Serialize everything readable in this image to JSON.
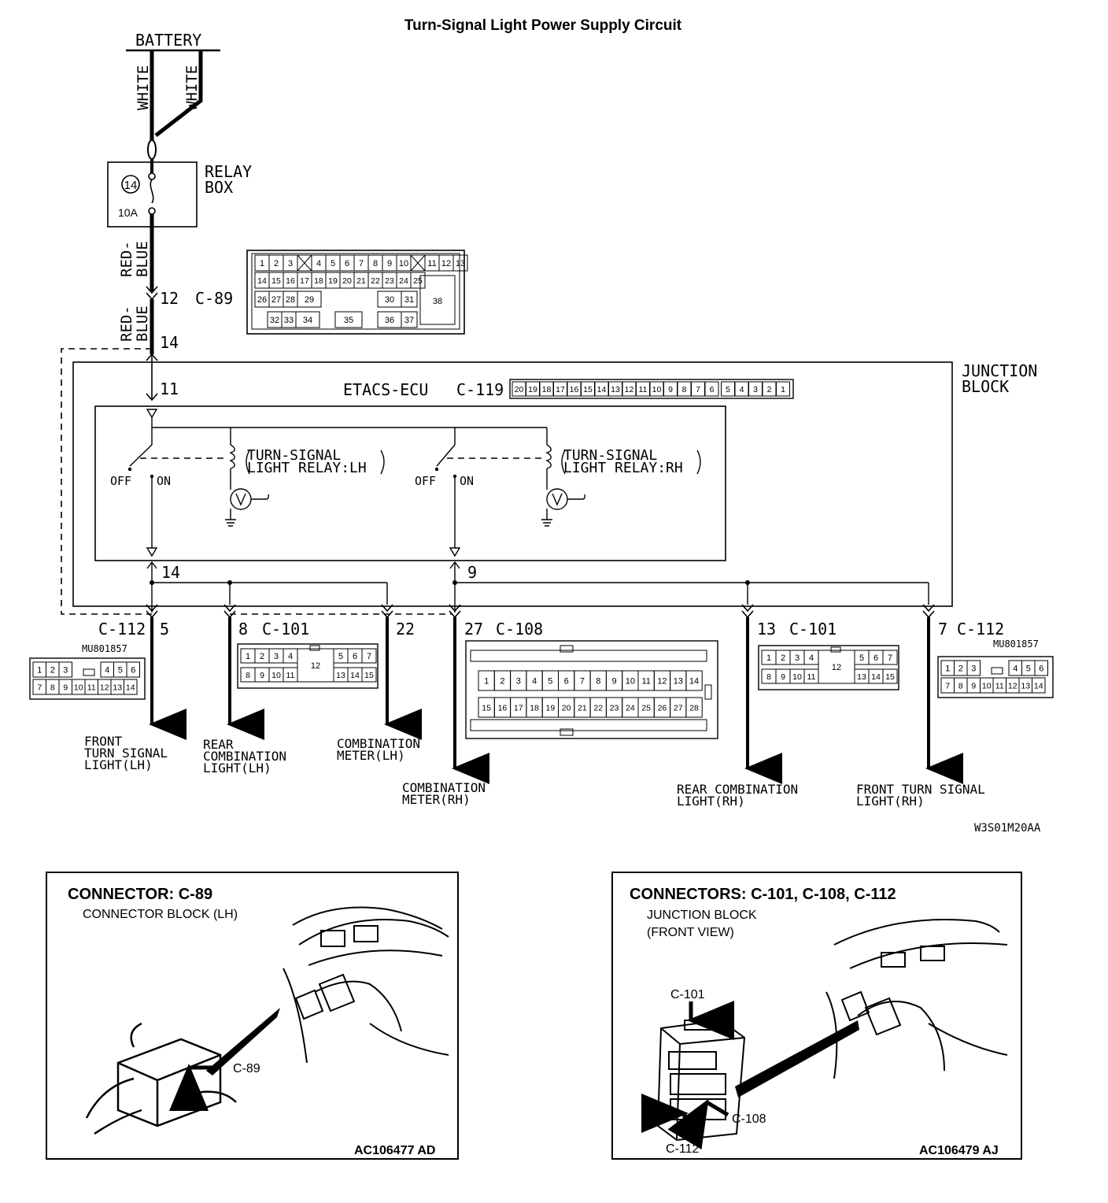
{
  "title": "Turn-Signal Light Power Supply Circuit",
  "battery": "BATTERY",
  "wire_white": "WHITE",
  "relay_box": {
    "label1": "RELAY",
    "label2": "BOX",
    "fuse_no": "14",
    "fuse_rating": "10A"
  },
  "wire_red_blue": [
    "RED-",
    "BLUE"
  ],
  "c89": {
    "pin_top": "12",
    "name": "C-89",
    "pin_bottom": "14",
    "row1": [
      "1",
      "2",
      "3",
      "4",
      "5",
      "6",
      "7",
      "8",
      "9",
      "10",
      "11",
      "12",
      "13"
    ],
    "row2": [
      "14",
      "15",
      "16",
      "17",
      "18",
      "19",
      "20",
      "21",
      "22",
      "23",
      "24",
      "25"
    ],
    "row3": [
      "26",
      "27",
      "28",
      "29",
      "30",
      "31",
      "38"
    ],
    "row4": [
      "32",
      "33",
      "34",
      "35",
      "36",
      "37"
    ]
  },
  "junction_block": [
    "JUNCTION",
    "BLOCK"
  ],
  "etacs": {
    "label": "ETACS-ECU",
    "conn": "C-119",
    "pins": [
      "20",
      "19",
      "18",
      "17",
      "16",
      "15",
      "14",
      "13",
      "12",
      "11",
      "10",
      "9",
      "8",
      "7",
      "6",
      "5",
      "4",
      "3",
      "2",
      "1"
    ]
  },
  "ecu_pins": {
    "in": "11",
    "lh_out": "14",
    "rh_out": "9"
  },
  "relay_lh": [
    "TURN-SIGNAL",
    "LIGHT RELAY:LH"
  ],
  "relay_rh": [
    "TURN-SIGNAL",
    "LIGHT RELAY:RH"
  ],
  "sw": {
    "off": "OFF",
    "on": "ON"
  },
  "outputs": [
    {
      "pin": "5",
      "conn": "C-112",
      "label": [
        "FRONT",
        "TURN SIGNAL",
        "LIGHT(LH)"
      ]
    },
    {
      "pin": "8",
      "conn": "C-101",
      "label": [
        "REAR",
        "COMBINATION",
        "LIGHT(LH)"
      ]
    },
    {
      "pin": "22",
      "conn": "",
      "label": [
        "COMBINATION",
        "METER(LH)"
      ]
    },
    {
      "pin": "27",
      "conn": "C-108",
      "label": [
        "COMBINATION",
        "METER(RH)"
      ]
    },
    {
      "pin": "13",
      "conn": "C-101",
      "label": [
        "REAR COMBINATION",
        "LIGHT(RH)"
      ]
    },
    {
      "pin": "7",
      "conn": "C-112",
      "label": [
        "FRONT TURN SIGNAL",
        "LIGHT(RH)"
      ]
    }
  ],
  "part_no": "MU801857",
  "c101_pins": {
    "top": [
      "1",
      "2",
      "3",
      "4",
      "5",
      "6",
      "7"
    ],
    "bottom": [
      "8",
      "9",
      "10",
      "11",
      "13",
      "14",
      "15"
    ],
    "center": "12"
  },
  "c112_pins": {
    "top": [
      "1",
      "2",
      "3",
      "4",
      "5",
      "6"
    ],
    "bottom": [
      "7",
      "8",
      "9",
      "10",
      "11",
      "12",
      "13",
      "14"
    ]
  },
  "c108_pins": {
    "top": [
      "1",
      "2",
      "3",
      "4",
      "5",
      "6",
      "7",
      "8",
      "9",
      "10",
      "11",
      "12",
      "13",
      "14"
    ],
    "bottom": [
      "15",
      "16",
      "17",
      "18",
      "19",
      "20",
      "21",
      "22",
      "23",
      "24",
      "25",
      "26",
      "27",
      "28"
    ]
  },
  "diagram_code": "W3S01M20AA",
  "panel_left": {
    "title": "CONNECTOR: C-89",
    "subtitle": "CONNECTOR BLOCK (LH)",
    "callout": "C-89",
    "code": "AC106477 AD"
  },
  "panel_right": {
    "title": "CONNECTORS: C-101, C-108, C-112",
    "subtitle1": "JUNCTION BLOCK",
    "subtitle2": "(FRONT VIEW)",
    "callout_101": "C-101",
    "callout_108": "C-108",
    "callout_112": "C-112",
    "code": "AC106479 AJ"
  }
}
